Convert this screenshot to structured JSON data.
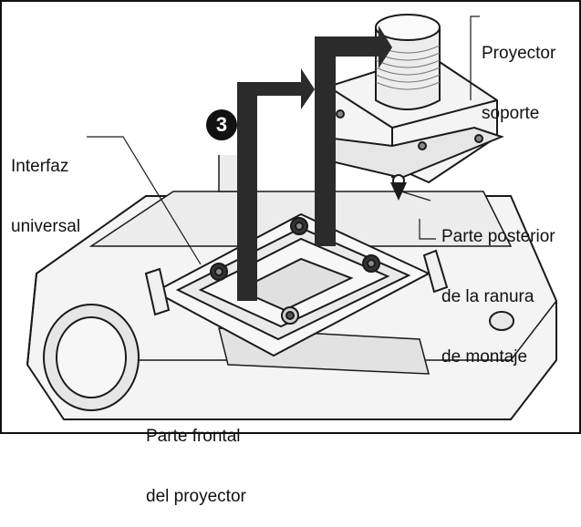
{
  "labels": {
    "projector_bracket": [
      "Proyector",
      "soporte"
    ],
    "universal_interface": [
      "Interfaz",
      "universal"
    ],
    "rear_slot": [
      "Parte posterior",
      "de la ranura",
      "de montaje"
    ],
    "projector_front": [
      "Parte frontal",
      "del proyector"
    ]
  },
  "step": "3",
  "colors": {
    "line": "#1a1a1a",
    "fill_light": "#f2f2f2",
    "fill_mid": "#d9d9d9",
    "arrow": "#2b2b2b"
  }
}
